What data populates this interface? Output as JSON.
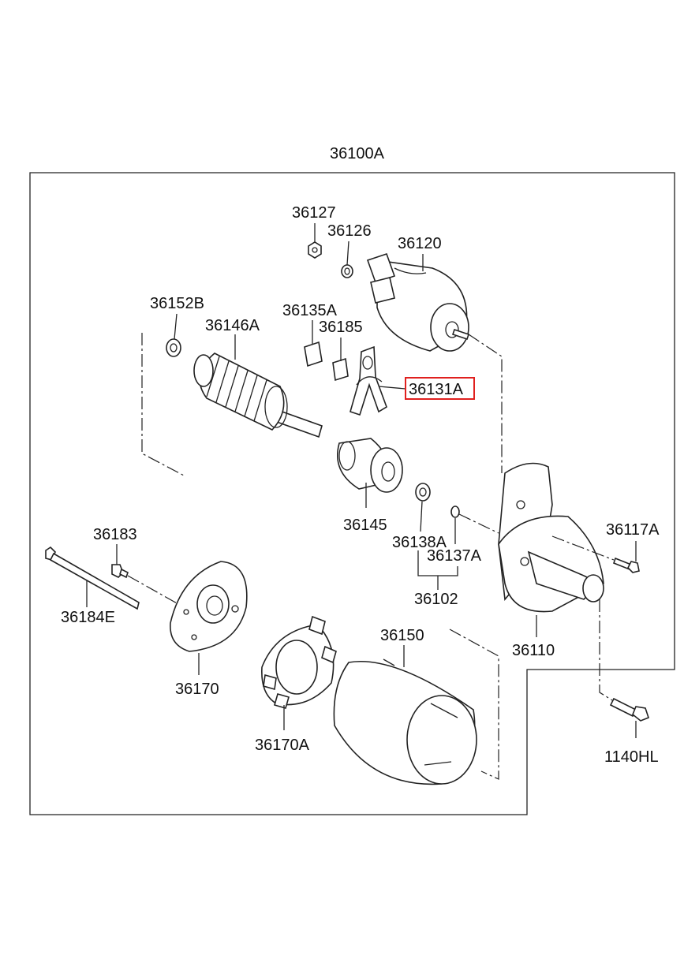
{
  "assembly_label": "36100A",
  "highlight_color": "#e0201e",
  "parts": {
    "p36127": "36127",
    "p36126": "36126",
    "p36120": "36120",
    "p36152b": "36152B",
    "p36146a": "36146A",
    "p36135a": "36135A",
    "p36185": "36185",
    "p36131a": "36131A",
    "p36145": "36145",
    "p36138a": "36138A",
    "p36137a": "36137A",
    "p36102": "36102",
    "p36117a": "36117A",
    "p36110": "36110",
    "p36183": "36183",
    "p36184e": "36184E",
    "p36170": "36170",
    "p36170a": "36170A",
    "p36150": "36150",
    "p1140hl": "1140HL"
  }
}
